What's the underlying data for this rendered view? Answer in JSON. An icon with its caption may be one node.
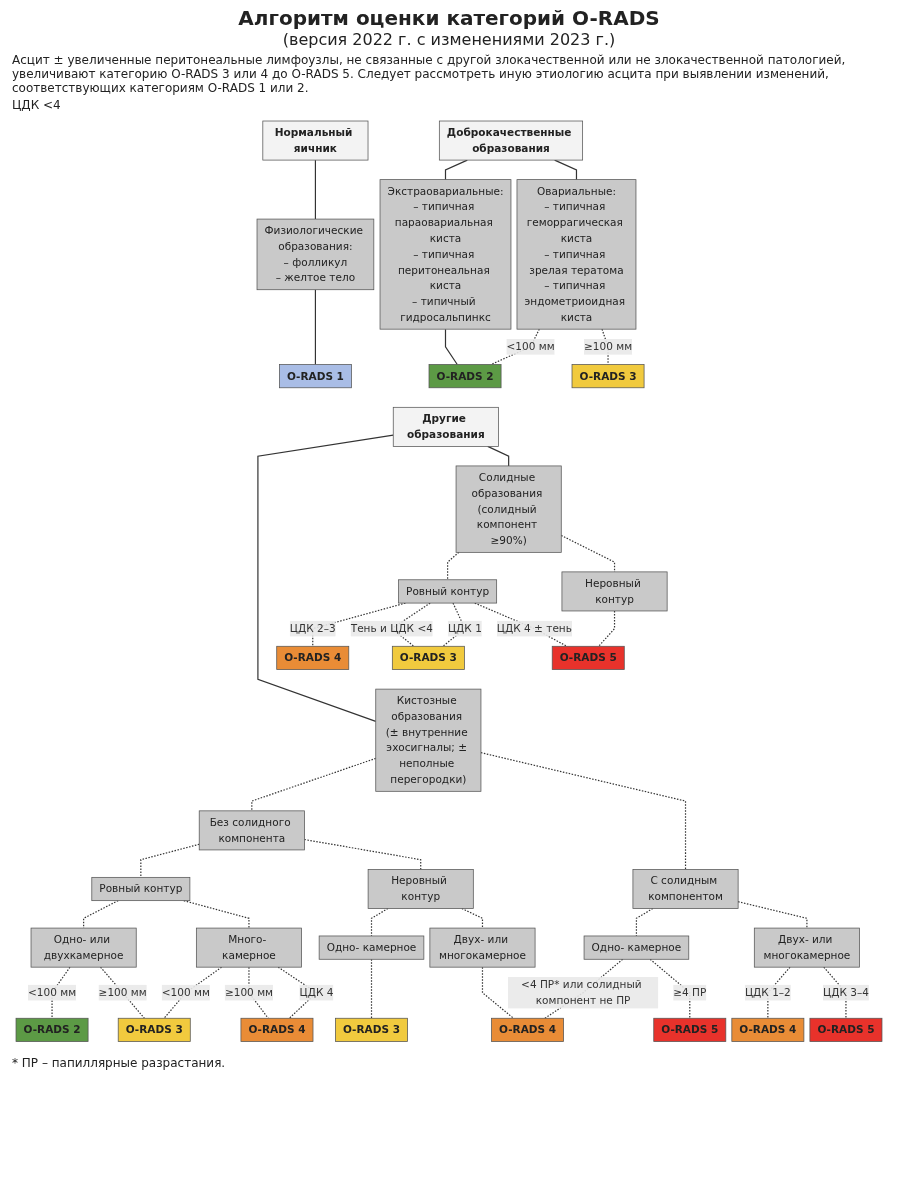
{
  "diagram": {
    "title": "Алгоритм оценки категорий O-RADS",
    "nodes": [
      {
        "text": [
          "Нормальный яичник"
        ]
      },
      {
        "text": [
          "Доброкачественные образования"
        ]
      },
      {
        "text": [
          "Физиологические образования:",
          "– фолликул",
          "– желтое тело"
        ]
      },
      {
        "text": [
          "Экстраовариальные:",
          "– типичная параовариальная киста",
          "– типичная перитонеальная киста",
          "– типичный гидросальпинкс"
        ]
      },
      {
        "text": [
          "Овариальные:",
          "– типичная геморрагическая киста",
          "– типичная зрелая тератома",
          "– типичная эндометриоидная киста"
        ]
      },
      {
        "text": [
          "O-RADS 1"
        ]
      },
      {
        "text": [
          "O-RADS 2"
        ]
      },
      {
        "text": [
          "O-RADS 3"
        ]
      },
      {
        "text": [
          "Другие образования"
        ]
      },
      {
        "text": [
          "Солидные образования (солидный компонент ≥90%)"
        ]
      },
      {
        "text": [
          "Ровный контур"
        ]
      },
      {
        "text": [
          "Неровный контур"
        ]
      },
      {
        "text": [
          "O-RADS 3"
        ]
      },
      {
        "text": [
          "O-RADS 4"
        ]
      },
      {
        "text": [
          "O-RADS 5"
        ]
      },
      {
        "text": [
          "Кистозные образования (± внутренние эхосигналы; ± неполные перегородки)"
        ]
      },
      {
        "text": [
          "Без солидного компонента"
        ]
      },
      {
        "text": [
          "С солидным компонентом"
        ]
      },
      {
        "text": [
          "Ровный контур"
        ]
      },
      {
        "text": [
          "Неровный контур"
        ]
      },
      {
        "text": [
          "Одно- или двухкамерное"
        ]
      },
      {
        "text": [
          "Много- камерное"
        ]
      },
      {
        "text": [
          "Одно- камерное"
        ]
      },
      {
        "text": [
          "Двух- или многокамерное"
        ]
      },
      {
        "text": [
          "Одно- камерное"
        ]
      },
      {
        "text": [
          "Двух- или многокамерное"
        ]
      },
      {
        "text": [
          "O-RADS 2"
        ]
      },
      {
        "text": [
          "O-RADS 3"
        ]
      },
      {
        "text": [
          "O-RADS 4"
        ]
      },
      {
        "text": [
          "O-RADS 3"
        ]
      },
      {
        "text": [
          "O-RADS 4"
        ]
      },
      {
        "text": [
          "O-RADS 5"
        ]
      },
      {
        "text": [
          "O-RADS 4"
        ]
      },
      {
        "text": [
          "O-RADS 5"
        ]
      }
    ],
    "edges": [
      {
        "from": 0,
        "to": 2,
        "arrow": "none"
      },
      {
        "from": 1,
        "to": 3,
        "arrow": "none"
      },
      {
        "from": 1,
        "to": 4,
        "arrow": "none"
      },
      {
        "from": 2,
        "to": 5,
        "arrow": "none"
      },
      {
        "from": 3,
        "to": 6,
        "arrow": "none"
      },
      {
        "from": 4,
        "to": 6,
        "arrow": "none",
        "label": "<100 мм",
        "style": "dashed"
      },
      {
        "from": 4,
        "to": 7,
        "arrow": "none",
        "label": "≥100 мм",
        "style": "dashed"
      },
      {
        "from": 8,
        "to": 9,
        "arrow": "none"
      },
      {
        "from": 8,
        "to": 15,
        "arrow": "none"
      },
      {
        "from": 9,
        "to": 10,
        "arrow": "none",
        "style": "dashed"
      },
      {
        "from": 9,
        "to": 11,
        "arrow": "none",
        "style": "dashed"
      },
      {
        "from": 10,
        "to": 12,
        "arrow": "none",
        "label": "Тень и ЦДК <4",
        "style": "dashed"
      },
      {
        "from": 10,
        "to": 12,
        "arrow": "none",
        "label": "ЦДК 1",
        "style": "dashed"
      },
      {
        "from": 10,
        "to": 13,
        "arrow": "none",
        "label": "ЦДК 2–3",
        "style": "dashed"
      },
      {
        "from": 10,
        "to": 14,
        "arrow": "none",
        "label": "ЦДК 4 ± тень",
        "style": "dashed"
      },
      {
        "from": 11,
        "to": 14,
        "arrow": "none",
        "style": "dashed"
      },
      {
        "from": 15,
        "to": 16,
        "arrow": "none",
        "style": "dashed"
      },
      {
        "from": 15,
        "to": 17,
        "arrow": "none",
        "style": "dashed"
      },
      {
        "from": 16,
        "to": 18,
        "arrow": "none",
        "style": "dashed"
      },
      {
        "from": 16,
        "to": 19,
        "arrow": "none",
        "style": "dashed"
      },
      {
        "from": 18,
        "to": 20,
        "arrow": "none",
        "style": "dashed"
      },
      {
        "from": 18,
        "to": 21,
        "arrow": "none",
        "style": "dashed"
      },
      {
        "from": 19,
        "to": 22,
        "arrow": "none",
        "style": "dashed"
      },
      {
        "from": 19,
        "to": 23,
        "arrow": "none",
        "style": "dashed"
      },
      {
        "from": 17,
        "to": 24,
        "arrow": "none",
        "style": "dashed"
      },
      {
        "from": 17,
        "to": 25,
        "arrow": "none",
        "style": "dashed"
      },
      {
        "from": 20,
        "to": 26,
        "arrow": "none",
        "label": "<100 мм",
        "style": "dashed"
      },
      {
        "from": 20,
        "to": 27,
        "arrow": "none",
        "label": "≥100 мм",
        "style": "dashed"
      },
      {
        "from": 21,
        "to": 27,
        "arrow": "none",
        "label": "<100 мм",
        "style": "dashed"
      },
      {
        "from": 21,
        "to": 28,
        "arrow": "none",
        "label": "≥100 мм",
        "style": "dashed"
      },
      {
        "from": 21,
        "to": 28,
        "arrow": "none",
        "label": "ЦДК 4",
        "style": "dashed"
      },
      {
        "from": 22,
        "to": 29,
        "arrow": "none",
        "style": "dashed"
      },
      {
        "from": 23,
        "to": 30,
        "arrow": "none",
        "style": "dashed"
      },
      {
        "from": 24,
        "to": 30,
        "arrow": "none",
        "label": "<4 ПР* или солидный компонент не ПР",
        "style": "dashed"
      },
      {
        "from": 24,
        "to": 31,
        "arrow": "none",
        "label": "≥4 ПР",
        "style": "dashed"
      },
      {
        "from": 25,
        "to": 32,
        "arrow": "none",
        "label": "ЦДК 1–2",
        "style": "dashed"
      },
      {
        "from": 25,
        "to": 33,
        "arrow": "none",
        "label": "ЦДК 3–4",
        "style": "dashed"
      }
    ],
    "labels": [
      "(версия 2022 г. с изменениями 2023 г.)",
      "Асцит ± увеличенные перитонеальные лимфоузлы, не связанные с другой злокачественной или не злокачественной патологией, увеличивают категорию O-RADS 3 или 4 до O-RADS 5. Следует рассмотреть иную этиологию асцита при выявлении изменений, соответствующих категориям O-RADS 1 или 2.",
      "ЦДК <4",
      "* ПР – папиллярные разрастания."
    ]
  }
}
